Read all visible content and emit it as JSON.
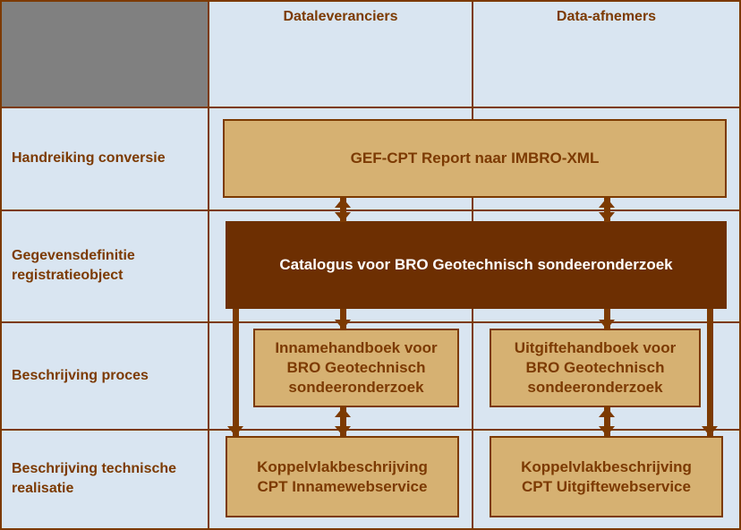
{
  "diagram": {
    "column_headers": {
      "dataleveranciers": "Dataleveranciers",
      "data_afnemers": "Data-afnemers"
    },
    "row_labels": {
      "row1": "Handreiking conversie",
      "row2": "Gegevensdefinitie registratieobject",
      "row3": "Beschrijving proces",
      "row4": "Beschrijving technische realisatie"
    },
    "boxes": {
      "gef_cpt": "GEF-CPT Report naar IMBRO-XML",
      "catalogus": "Catalogus voor BRO Geotechnisch sondeeronderzoek",
      "innamehandboek": "Innamehandboek voor BRO Geotechnisch sondeeronderzoek",
      "uitgiftehandboek": "Uitgiftehandboek voor BRO Geotechnisch sondeeronderzoek",
      "koppelvlak_inname": "Koppelvlakbeschrijving CPT Innamewebservice",
      "koppelvlak_uitgifte": "Koppelvlakbeschrijving CPT Uitgiftewebservice"
    },
    "colors": {
      "brown": "#7C3A02",
      "catalogus_fill": "#6D2F02",
      "tan": "#D6B172",
      "light_blue": "#D9E5F1",
      "gray": "#808080",
      "white_text": "#FFFFFF"
    }
  }
}
